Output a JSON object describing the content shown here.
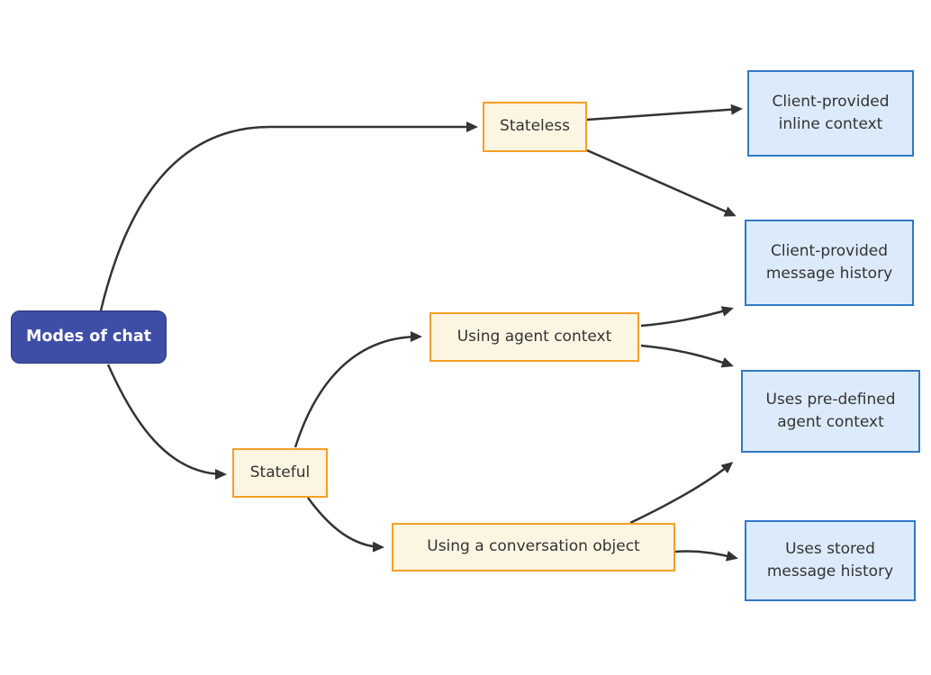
{
  "colors": {
    "root-fill": "#3e4da6",
    "root-border": "#2a3678",
    "root-text": "#ffffff",
    "note-fill": "#fcf5e2",
    "note-border": "#f59e24",
    "blue-fill": "#dcebfb",
    "blue-border": "#3079c6",
    "node-text": "#333333",
    "edge": "#333333",
    "bg": "#ffffff"
  },
  "nodes": {
    "root": {
      "label": "Modes of chat"
    },
    "stateless": {
      "label": "Stateless"
    },
    "stateful": {
      "label": "Stateful"
    },
    "agent_context": {
      "label": "Using agent context"
    },
    "conversation": {
      "label": "Using a conversation object"
    },
    "inline_context": {
      "label": "Client-provided inline context"
    },
    "message_history": {
      "label": "Client-provided message history"
    },
    "predefined_context": {
      "label": "Uses pre-defined agent context"
    },
    "stored_history": {
      "label": "Uses stored message history"
    }
  },
  "edges": [
    {
      "from": "Modes of chat",
      "to": "Stateless"
    },
    {
      "from": "Modes of chat",
      "to": "Stateful"
    },
    {
      "from": "Stateless",
      "to": "Client-provided inline context"
    },
    {
      "from": "Stateless",
      "to": "Client-provided message history"
    },
    {
      "from": "Stateful",
      "to": "Using agent context"
    },
    {
      "from": "Stateful",
      "to": "Using a conversation object"
    },
    {
      "from": "Using agent context",
      "to": "Client-provided message history"
    },
    {
      "from": "Using agent context",
      "to": "Uses pre-defined agent context"
    },
    {
      "from": "Using a conversation object",
      "to": "Uses pre-defined agent context"
    },
    {
      "from": "Using a conversation object",
      "to": "Uses stored message history"
    }
  ]
}
